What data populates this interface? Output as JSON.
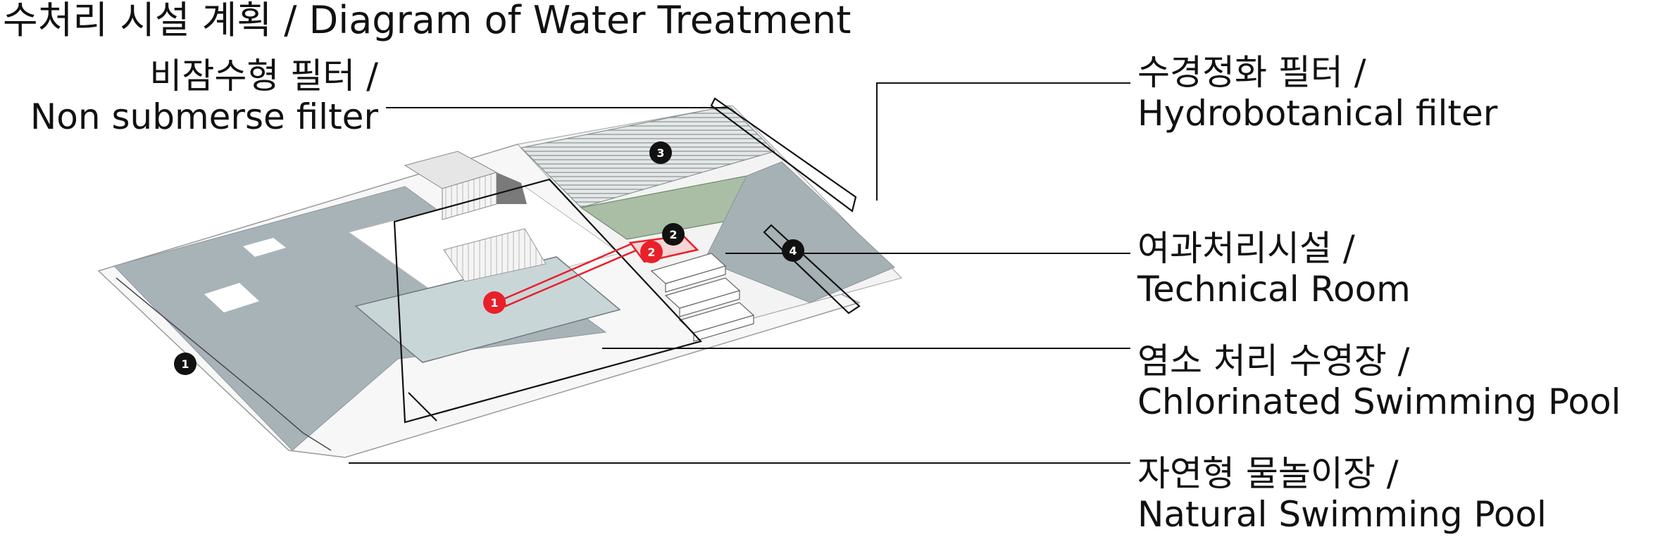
{
  "title": "수처리 시설 계획 / Diagram of Water Treatment",
  "labels": {
    "non_submerse": {
      "ko": "비잠수형 필터 /",
      "en": "Non submerse filter"
    },
    "hydrobotanical": {
      "ko": "수경정화 필터 /",
      "en": "Hydrobotanical filter"
    },
    "technical": {
      "ko": "여과처리시설 /",
      "en": "Technical Room"
    },
    "chlorinated": {
      "ko": "염소 처리 수영장 /",
      "en": "Chlorinated Swimming Pool"
    },
    "natural": {
      "ko": "자연형 물놀이장 /",
      "en": "Natural Swimming Pool"
    }
  },
  "markers": [
    {
      "id": "1",
      "color": "#111111"
    },
    {
      "id": "1",
      "color": "#e8202a"
    },
    {
      "id": "2",
      "color": "#111111"
    },
    {
      "id": "2",
      "color": "#e8202a"
    },
    {
      "id": "3",
      "color": "#111111"
    },
    {
      "id": "4",
      "color": "#111111"
    }
  ],
  "colors": {
    "natural_pool": "#a8b3b8",
    "chlorinated_pool": "#c9d6d8",
    "hydro_pond": "#a9bea4",
    "pipe": "#e8202a",
    "outline": "#111111",
    "platform": "#f2f2f2"
  }
}
